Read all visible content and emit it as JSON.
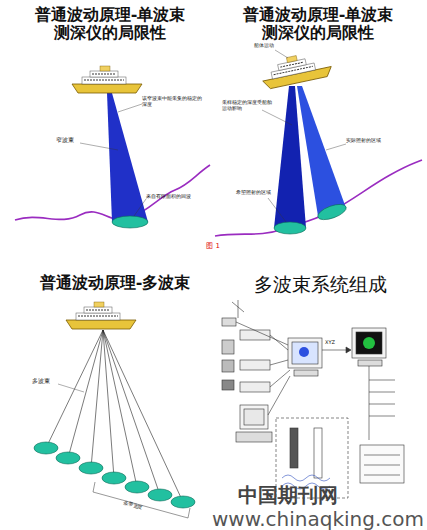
{
  "diagram": {
    "caption": "图 1",
    "labels": [
      "普通波动原理-单波束 测深仪的局限性",
      "窄波束",
      "该窄波束中能采集的稳定的深度",
      "来自有限面积的回波",
      "普通波动原理-单波束 测深仪的局限性",
      "船体运动",
      "采样稳定的深度受船舶运动影响",
      "实际照射的区域",
      "希望照射的区域",
      "普通波动原理-多波束",
      "多波束",
      "条带宽度",
      "多波束系统组成",
      "XYZ",
      "中国期刊网",
      "www.chinaqking.com"
    ]
  }
}
